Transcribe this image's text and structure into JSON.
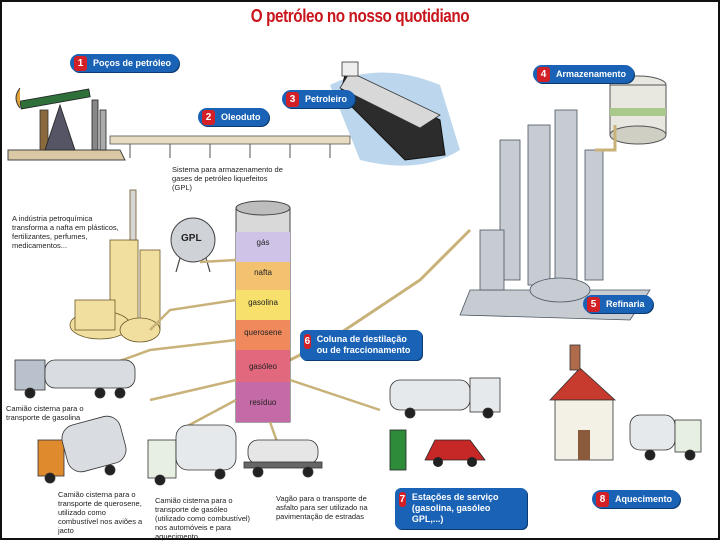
{
  "title": "O petróleo no nosso quotidiano",
  "labels": [
    {
      "num": "1",
      "text": "Poços de petróleo"
    },
    {
      "num": "2",
      "text": "Oleoduto"
    },
    {
      "num": "3",
      "text": "Petroleiro"
    },
    {
      "num": "4",
      "text": "Armazenamento"
    },
    {
      "num": "5",
      "text": "Refinaria"
    },
    {
      "num": "6",
      "text": "Coluna de destilação ou de fraccionamento"
    },
    {
      "num": "7",
      "text": "Estações de serviço (gasolina, gasóleo GPL,...)"
    },
    {
      "num": "8",
      "text": "Aquecimento"
    }
  ],
  "notes": {
    "gpl_storage": "Sistema para armazenamento de gases de petróleo liquefeitos (GPL)",
    "petrochem": "A indústria petroquímica transforma a nafta em plásticos, fertilizantes, perfumes, medicamentos...",
    "truck_gasoline": "Camião cisterna para o transporte de gasolina",
    "truck_kerosene": "Camião cisterna para o transporte de querosene, utilizado como combustível nos aviões a jacto",
    "truck_diesel": "Camião cisterna para o transporte de gasóleo (utilizado como combustível) nos automóveis e para aquecimento",
    "wagon_asphalt": "Vagão para o transporte de asfalto para ser utilizado na pavimentação de estradas"
  },
  "column_bands": [
    "gás",
    "nafta",
    "gasolina",
    "querosene",
    "gasóleo",
    "resíduo"
  ],
  "gpl_tank_text": "GPL",
  "colors": {
    "title": "#c8161d",
    "label_bg": "#1a62b5",
    "label_num_bg": "#d32027",
    "pipe": "#c9b27a",
    "sea": "#9fc6e6"
  }
}
